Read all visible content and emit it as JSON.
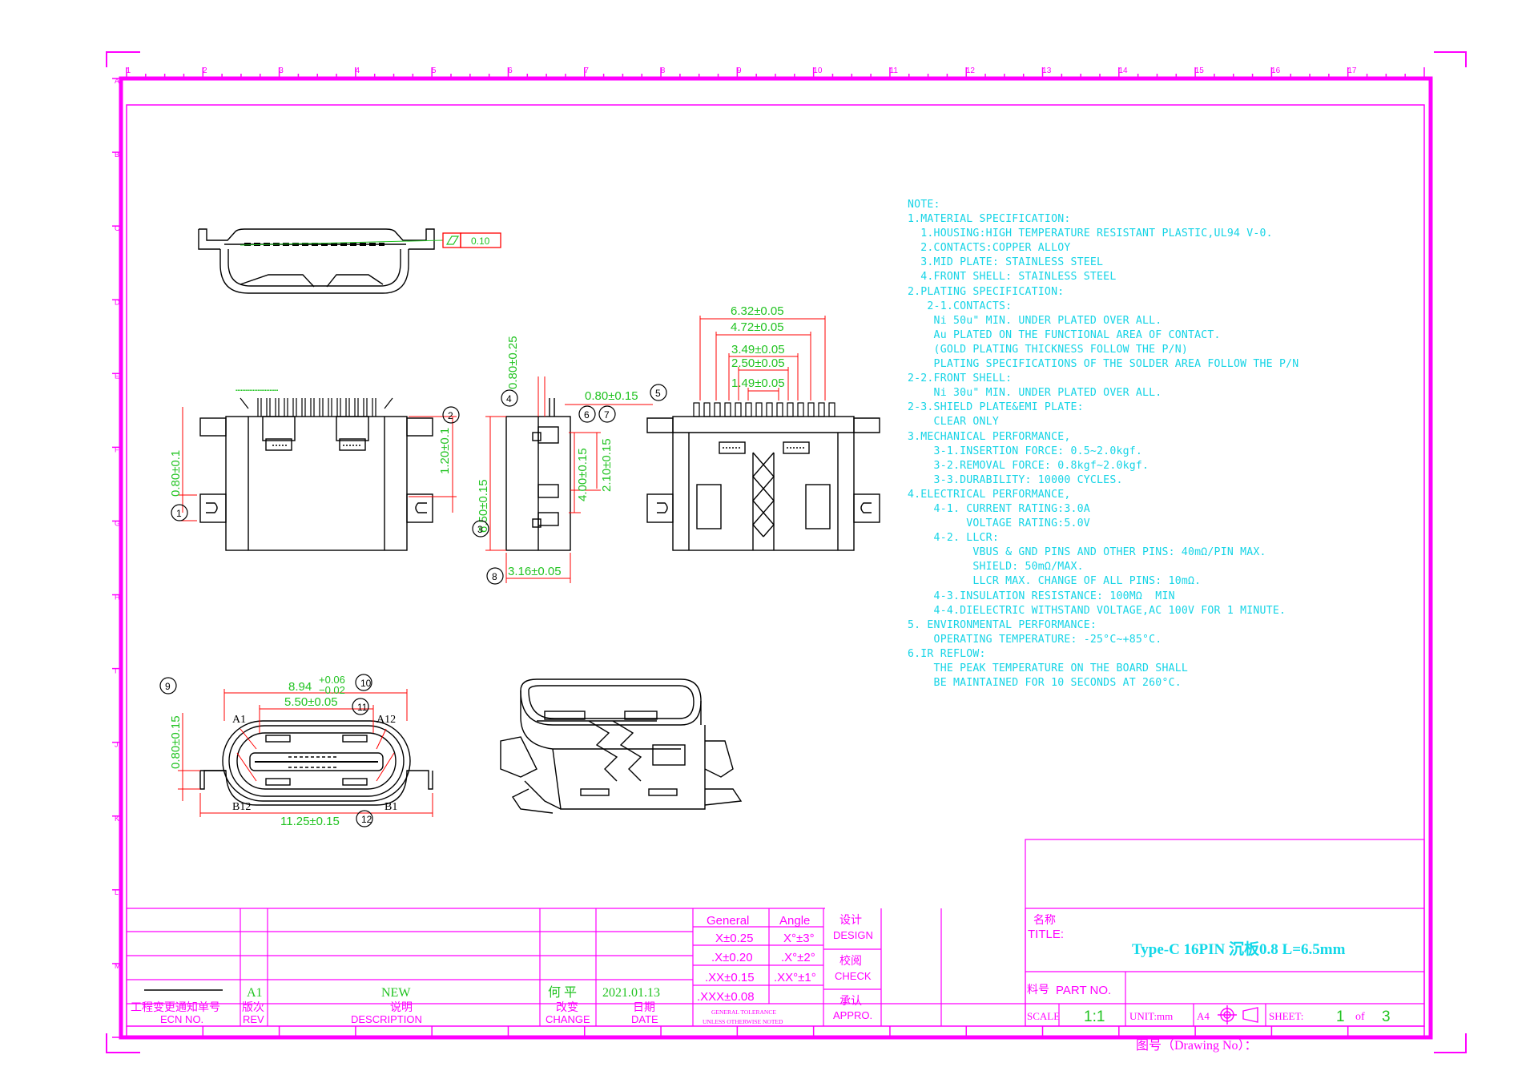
{
  "border": {
    "columns": [
      "1",
      "2",
      "3",
      "4",
      "5",
      "6",
      "7",
      "8",
      "9",
      "10",
      "11",
      "12",
      "13",
      "14",
      "15",
      "16",
      "17"
    ],
    "rows": [
      "A",
      "B",
      "C",
      "D",
      "E",
      "F",
      "G",
      "H",
      "I",
      "J",
      "K",
      "L",
      "M"
    ]
  },
  "notes": [
    "NOTE:",
    "1.MATERIAL SPECIFICATION:",
    "  1.HOUSING:HIGH TEMPERATURE RESISTANT PLASTIC,UL94 V-0.",
    "  2.CONTACTS:COPPER ALLOY",
    "  3.MID PLATE: STAINLESS STEEL",
    "  4.FRONT SHELL: STAINLESS STEEL",
    "2.PLATING SPECIFICATION:",
    "   2-1.CONTACTS:",
    "    Ni 50u\" MIN. UNDER PLATED OVER ALL.",
    "    Au PLATED ON THE FUNCTIONAL AREA OF CONTACT.",
    "    (GOLD PLATING THICKNESS FOLLOW THE P/N)",
    "    PLATING SPECIFICATIONS OF THE SOLDER AREA FOLLOW THE P/N",
    "2-2.FRONT SHELL:",
    "    Ni 30u\" MIN. UNDER PLATED OVER ALL.",
    "2-3.SHIELD PLATE&EMI PLATE:",
    "    CLEAR ONLY",
    "3.MECHANICAL PERFORMANCE,",
    "    3-1.INSERTION FORCE: 0.5~2.0kgf.",
    "    3-2.REMOVAL FORCE: 0.8kgf~2.0kgf.",
    "    3-3.DURABILITY: 10000 CYCLES.",
    "4.ELECTRICAL PERFORMANCE,",
    "    4-1. CURRENT RATING:3.0A",
    "         VOLTAGE RATING:5.0V",
    "    4-2. LLCR:",
    "          VBUS & GND PINS AND OTHER PINS: 40mΩ/PIN MAX.",
    "          SHIELD: 50mΩ/MAX.",
    "          LLCR MAX. CHANGE OF ALL PINS: 10mΩ.",
    "    4-3.INSULATION RESISTANCE: 100MΩ  MIN",
    "    4-4.DIELECTRIC WITHSTAND VOLTAGE,AC 100V FOR 1 MINUTE.",
    "5. ENVIRONMENTAL PERFORMANCE:",
    "    OPERATING TEMPERATURE: -25°C~+85°C.",
    "6.IR REFLOW:",
    "    THE PEAK TEMPERATURE ON THE BOARD SHALL",
    "    BE MAINTAINED FOR 10 SECONDS AT 260°C."
  ],
  "dims": {
    "flatness": "0.10",
    "d1": "0.80±0.1",
    "d2": "1.20±0.1",
    "d3": "6.50±0.15",
    "d4": "0.80±0.25",
    "d5": "0.80±0.15",
    "d6": "4.00±0.15",
    "d7": "2.10±0.15",
    "d8": "3.16±0.05",
    "w1": "6.32±0.05",
    "w2": "4.72±0.05",
    "w3": "3.49±0.05",
    "w4": "2.50±0.05",
    "w5": "1.49±0.05",
    "d9": "0.80±0.15",
    "d10_nom": "8.94",
    "d10_up": "+0.06",
    "d10_lo": "−0.02",
    "d11": "5.50±0.05",
    "d12": "11.25±0.15",
    "pinA1": "A1",
    "pinA12": "A12",
    "pinB12": "B12",
    "pinB1": "B1"
  },
  "balloons": [
    "1",
    "2",
    "3",
    "4",
    "5",
    "6",
    "7",
    "8",
    "9",
    "10",
    "11",
    "12"
  ],
  "revision_block": {
    "ecn_cn": "工程变更通知单号",
    "ecn_en": "ECN NO.",
    "rev_cn": "版次",
    "rev_en": "REV",
    "desc_cn": "说明",
    "desc_en": "DESCRIPTION",
    "change_cn": "改变",
    "change_en": "CHANGE",
    "date_cn": "日期",
    "date_en": "DATE",
    "rev_value": "A1",
    "desc_value": "NEW",
    "change_value": "何 平",
    "date_value": "2021.01.13"
  },
  "tolerance": {
    "general": "General",
    "angle": "Angle",
    "rows": [
      {
        "lin": "X±0.25",
        "ang": "X°±3°"
      },
      {
        "lin": ".X±0.20",
        "ang": ".X°±2°"
      },
      {
        "lin": ".XX±0.15",
        "ang": ".XX°±1°"
      },
      {
        "lin": ".XXX±0.08",
        "ang": ""
      }
    ],
    "note1": "GENERAL TOLERANCE",
    "note2": "UNLESS OTHERWISE NOTED"
  },
  "approval": {
    "design_cn": "设计",
    "design_en": "DESIGN",
    "check_cn": "校阅",
    "check_en": "CHECK",
    "appro_cn": "承认",
    "appro_en": "APPRO."
  },
  "title_block": {
    "title_cn": "名称",
    "title_en": "TITLE:",
    "title_value": "Type-C 16PIN 沉板0.8 L=6.5mm",
    "partno_cn": "料号",
    "partno_en": "PART NO.",
    "scale_label": "SCALE",
    "scale_value": "1:1",
    "unit_label": "UNIT:mm",
    "size": "A4",
    "sheet_label": "SHEET:",
    "sheet_value": "1",
    "sheet_of": "of",
    "sheet_total": "3",
    "drawing_no": "图号（Drawing No）："
  },
  "colors": {
    "frame": "#ff00ff",
    "notes": "#12d8e8",
    "dimension": "#ff0000",
    "dim_text": "#21c321",
    "outline": "#000000"
  }
}
